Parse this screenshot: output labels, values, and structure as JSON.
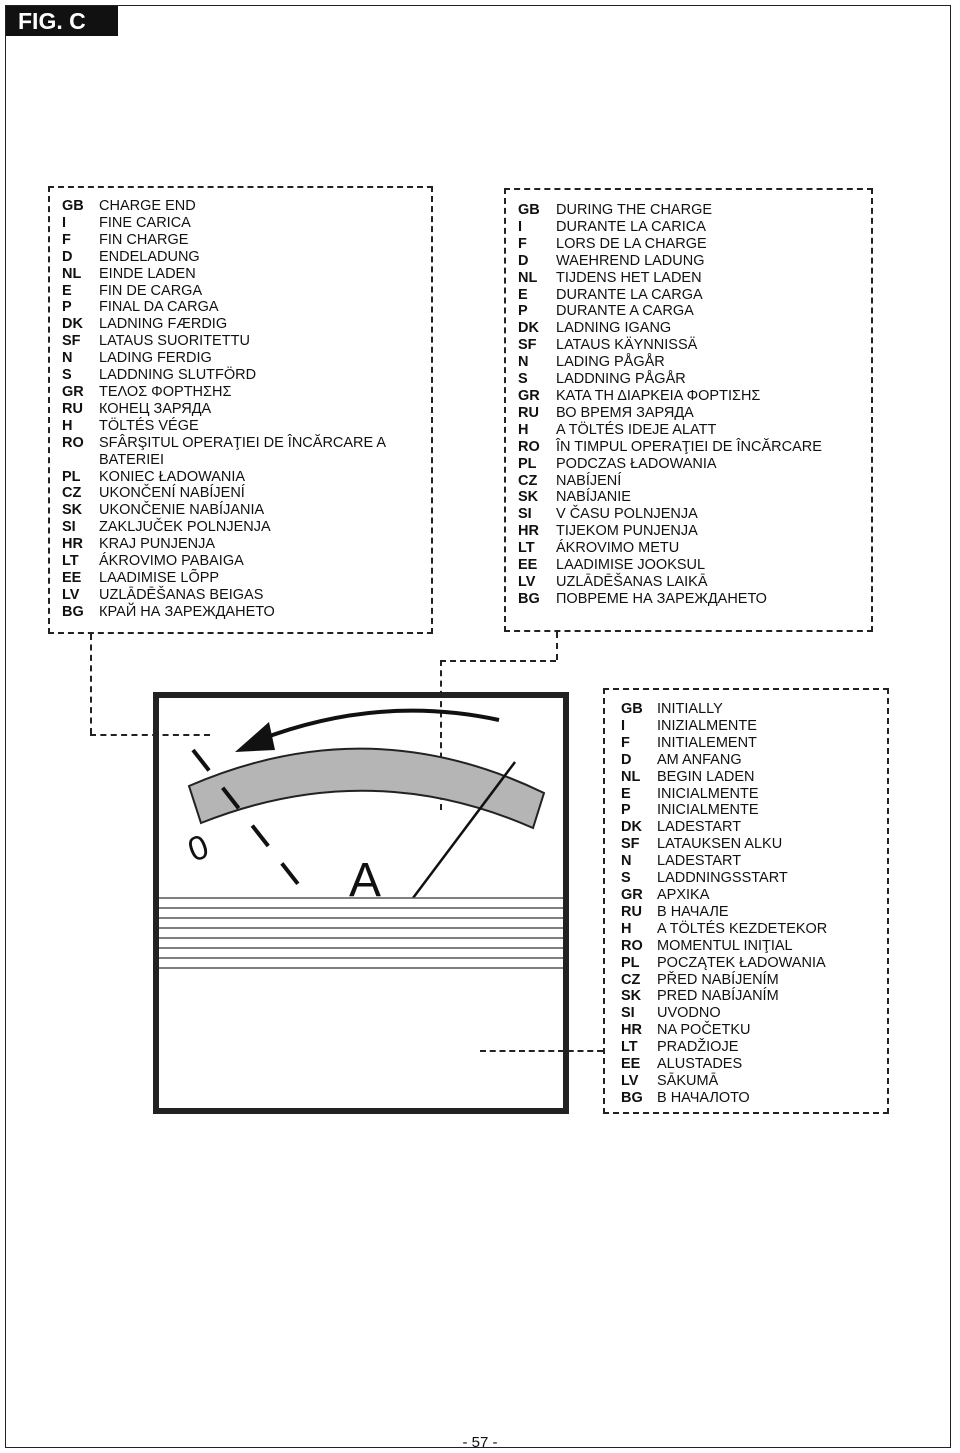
{
  "figure_label": "FIG. C",
  "page_number": "- 57 -",
  "meter": {
    "zero_label": "0",
    "unit_label": "A"
  },
  "charge_end": {
    "rows": [
      {
        "code": "GB",
        "text": "CHARGE END"
      },
      {
        "code": "I",
        "text": "FINE CARICA"
      },
      {
        "code": "F",
        "text": "FIN CHARGE"
      },
      {
        "code": "D",
        "text": "ENDELADUNG"
      },
      {
        "code": "NL",
        "text": "EINDE LADEN"
      },
      {
        "code": "E",
        "text": "FIN DE CARGA"
      },
      {
        "code": "P",
        "text": "FINAL DA CARGA"
      },
      {
        "code": "DK",
        "text": "LADNING FÆRDIG"
      },
      {
        "code": "SF",
        "text": "LATAUS SUORITETTU"
      },
      {
        "code": "N",
        "text": "LADING FERDIG"
      },
      {
        "code": "S",
        "text": "LADDNING SLUTFÖRD"
      },
      {
        "code": "GR",
        "text": "ΤΕΛΟΣ ΦΟΡΤΗΣΗΣ"
      },
      {
        "code": "RU",
        "text": "КОНЕЦ ЗАРЯДА"
      },
      {
        "code": "H",
        "text": "TÖLTÉS VÉGE"
      },
      {
        "code": "RO",
        "text": "SFÂRŞITUL OPERAŢIEI DE ÎNCĂRCARE A BATERIEI"
      },
      {
        "code": "PL",
        "text": "KONIEC ŁADOWANIA"
      },
      {
        "code": "CZ",
        "text": "UKONČENÍ NABÍJENÍ"
      },
      {
        "code": "SK",
        "text": "UKONČENIE NABÍJANIA"
      },
      {
        "code": "SI",
        "text": "ZAKLJUČEK POLNJENJA"
      },
      {
        "code": "HR",
        "text": "KRAJ PUNJENJA"
      },
      {
        "code": "LT",
        "text": "ÁKROVIMO PABAIGA"
      },
      {
        "code": "EE",
        "text": "LAADIMISE LÕPP"
      },
      {
        "code": "LV",
        "text": "UZLĀDĒŠANAS BEIGAS"
      },
      {
        "code": "BG",
        "text": "КРАЙ НА ЗАРЕЖДАНЕТО"
      }
    ]
  },
  "during_charge": {
    "rows": [
      {
        "code": "GB",
        "text": "DURING THE CHARGE"
      },
      {
        "code": "I",
        "text": "DURANTE LA CARICA"
      },
      {
        "code": "F",
        "text": "LORS DE LA CHARGE"
      },
      {
        "code": "D",
        "text": "WAEHREND LADUNG"
      },
      {
        "code": "NL",
        "text": "TIJDENS HET LADEN"
      },
      {
        "code": "E",
        "text": "DURANTE LA CARGA"
      },
      {
        "code": "P",
        "text": "DURANTE A CARGA"
      },
      {
        "code": "DK",
        "text": "LADNING IGANG"
      },
      {
        "code": "SF",
        "text": "LATAUS KÄYNNISSÄ"
      },
      {
        "code": "N",
        "text": "LADING PÅGÅR"
      },
      {
        "code": "S",
        "text": "LADDNING PÅGÅR"
      },
      {
        "code": "GR",
        "text": "ΚΑΤΑ ΤΗ ΔΙΑΡΚΕΙΑ ΦΟΡΤΙΣΗΣ"
      },
      {
        "code": "RU",
        "text": "ВО ВРЕМЯ ЗАРЯДА"
      },
      {
        "code": "H",
        "text": "A TÖLTÉS IDEJE ALATT"
      },
      {
        "code": "RO",
        "text": "ÎN TIMPUL OPERAŢIEI DE ÎNCĂRCARE"
      },
      {
        "code": "PL",
        "text": "PODCZAS ŁADOWANIA"
      },
      {
        "code": "CZ",
        "text": "NABÍJENÍ"
      },
      {
        "code": "SK",
        "text": "NABÍJANIE"
      },
      {
        "code": "SI",
        "text": "V ČASU POLNJENJA"
      },
      {
        "code": "HR",
        "text": "TIJEKOM PUNJENJA"
      },
      {
        "code": "LT",
        "text": "ÁKROVIMO METU"
      },
      {
        "code": "EE",
        "text": "LAADIMISE JOOKSUL"
      },
      {
        "code": "LV",
        "text": "UZLĀDĒŠANAS LAIKĀ"
      },
      {
        "code": "BG",
        "text": "ПОВРЕМЕ НА ЗАРЕЖДАНЕТО"
      }
    ]
  },
  "initially": {
    "rows": [
      {
        "code": "GB",
        "text": "INITIALLY"
      },
      {
        "code": "I",
        "text": "INIZIALMENTE"
      },
      {
        "code": "F",
        "text": "INITIALEMENT"
      },
      {
        "code": "D",
        "text": "AM ANFANG"
      },
      {
        "code": "NL",
        "text": "BEGIN LADEN"
      },
      {
        "code": "E",
        "text": "INICIALMENTE"
      },
      {
        "code": "P",
        "text": "INICIALMENTE"
      },
      {
        "code": "DK",
        "text": "LADESTART"
      },
      {
        "code": "SF",
        "text": "LATAUKSEN ALKU"
      },
      {
        "code": "N",
        "text": "LADESTART"
      },
      {
        "code": "S",
        "text": "LADDNINGSSTART"
      },
      {
        "code": "GR",
        "text": "ΑΡΧΙΚΑ"
      },
      {
        "code": "RU",
        "text": "В НАЧАЛЕ"
      },
      {
        "code": "H",
        "text": "A TÖLTÉS KEZDETEKOR"
      },
      {
        "code": "RO",
        "text": "MOMENTUL INIŢIAL"
      },
      {
        "code": "PL",
        "text": "POCZĄTEK ŁADOWANIA"
      },
      {
        "code": "CZ",
        "text": "PŘED NABÍJENÍM"
      },
      {
        "code": "SK",
        "text": "PRED NABÍJANÍM"
      },
      {
        "code": "SI",
        "text": "UVODNO"
      },
      {
        "code": "HR",
        "text": "NA POČETKU"
      },
      {
        "code": "LT",
        "text": "PRADŽIOJE"
      },
      {
        "code": "EE",
        "text": "ALUSTADES"
      },
      {
        "code": "LV",
        "text": "SĀKUMĀ"
      },
      {
        "code": "BG",
        "text": "В НАЧАЛОТО"
      }
    ]
  }
}
